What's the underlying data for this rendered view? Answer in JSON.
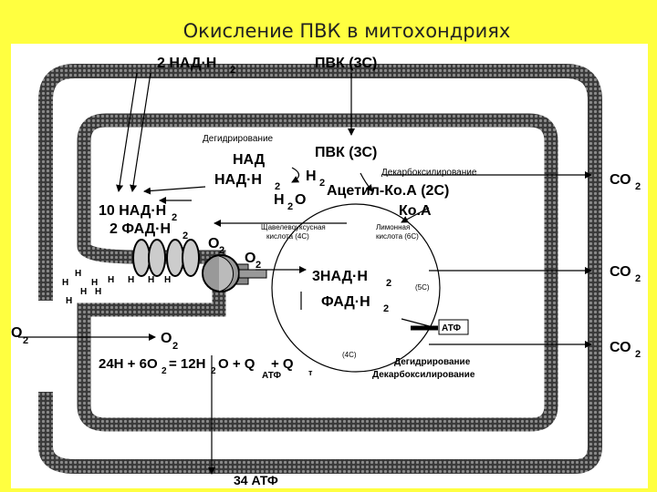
{
  "title": "Окисление ПВК в митохондриях",
  "labels": {
    "top_nadh": "2 НАД·Н",
    "top_nadh_sub": "2",
    "pvk_top": "ПВК (3С)",
    "pvk_inner": "ПВК (3С)",
    "dehydrogenation": "Дегидрирование",
    "nad": "НАД",
    "nadh": "НАД·Н",
    "nadh_sub": "2",
    "h2": "Н",
    "h2_sub": "2",
    "h2o_h": "Н",
    "h2o_sub": "2",
    "h2o_o": "О",
    "decarboxylation": "Декарбоксилирование",
    "acetyl_coa": "Ацетил-Ко.А (2С)",
    "coa": "Ко.А",
    "nadh10": "10 НАД·Н",
    "nadh10_sub": "2",
    "fadh2": "2 ФАД·Н",
    "fadh2_sub": "2",
    "o2_mid": "О",
    "o2_mid_sub": "2",
    "o2_mid2": "О",
    "o2_mid2_sub": "2",
    "oxaloacetic": "Щавелевоуксусная",
    "oxaloacetic2": "кислота (4С)",
    "citric": "Лимонная",
    "citric2": "кислота (6С)",
    "nadh3": "3НАД·Н",
    "nadh3_sub": "2",
    "fadh": "ФАД·Н",
    "fadh_sub": "2",
    "c5": "(5С)",
    "c4": "(4С)",
    "atp_box": "АТФ",
    "co2": "СО",
    "co2_sub": "2",
    "o2_left": "О",
    "o2_left_sub": "2",
    "o2_inner": "О",
    "o2_inner_sub": "2",
    "equation_a": "24Н + 6О",
    "equation_sub": "2",
    "equation_b": "= 12Н",
    "equation_sub2": "2",
    "equation_c": "О + Q",
    "equation_d": "+ Q",
    "q_atp": "АТФ",
    "q_t": "т",
    "dehydro2": "Дегидрирование",
    "decarb2": "Декарбоксилирование",
    "atp34": "34 АТФ",
    "h_plus": "Н"
  },
  "colors": {
    "background": "#ffff40",
    "panel": "#ffffff",
    "membrane": "#555555",
    "ink": "#000000"
  }
}
